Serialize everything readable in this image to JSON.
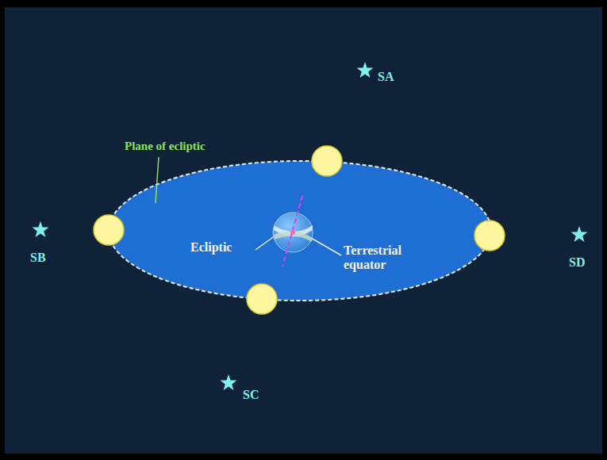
{
  "diagram": {
    "labels": [
      "SA",
      "Plane of ecliptic",
      "SB",
      "Ecliptic",
      "Terrestrial equator",
      "SD",
      "SC"
    ]
  }
}
